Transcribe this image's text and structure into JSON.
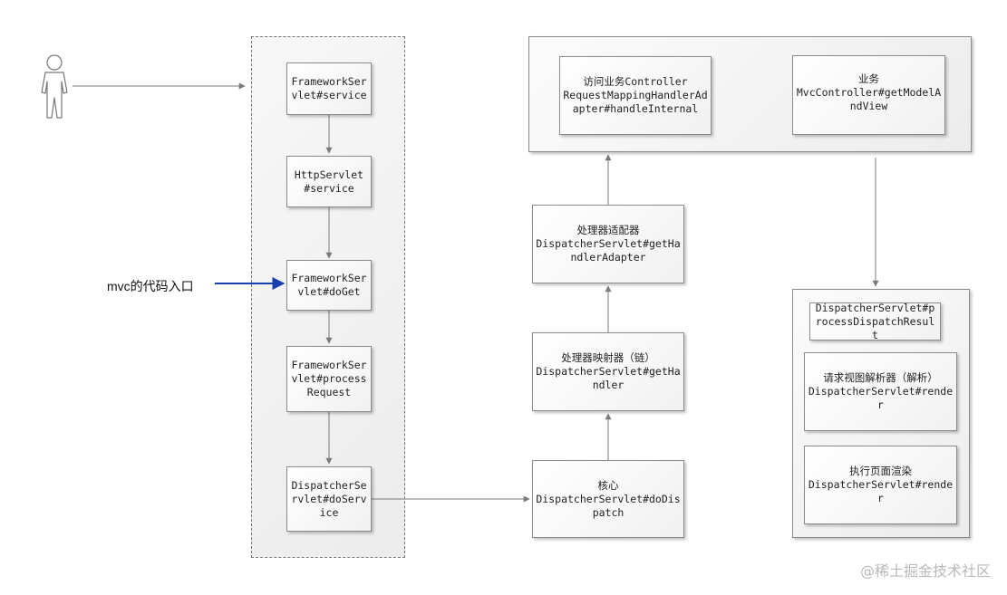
{
  "entry_label": "mvc的代码入口",
  "watermark": "@稀土掘金技术社区",
  "left_column": [
    "FrameworkServlet#service",
    "HttpServlet\n#service",
    "FrameworkServlet#doGet",
    "FrameworkServlet#processRequest",
    "DispatcherServlet#doService"
  ],
  "middle_column": {
    "core": "核心\nDispatcherServlet#doDispatch",
    "mapping": "处理器映射器（链）\nDispatcherServlet#getHandler",
    "adapter": "处理器适配器\nDispatcherServlet#getHandlerAdapter"
  },
  "top_container": {
    "access": "访问业务Controller\nRequestMappingHandlerAdapter#handleInternal",
    "business": "业务\nMvcController#getModelAndView"
  },
  "right_container": {
    "process": "DispatcherServlet#processDispatchResult",
    "resolver": "请求视图解析器（解析）\nDispatcherServlet#render",
    "render": "执行页面渲染\nDispatcherServlet#render"
  }
}
